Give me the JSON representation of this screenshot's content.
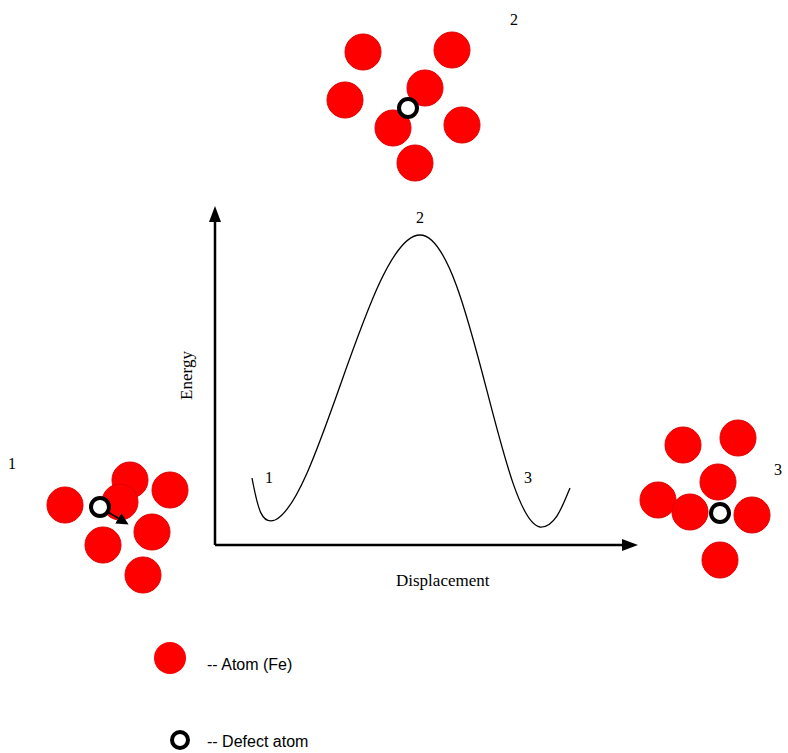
{
  "diagram": {
    "labels": [
      "2",
      "1",
      "2",
      "3",
      "1",
      "3",
      "Energy",
      "Displacement"
    ],
    "legend": [
      {
        "text": "-- Atom (Fe)",
        "color": "#ff0000"
      },
      {
        "text": "-- Defect atom"
      }
    ]
  }
}
